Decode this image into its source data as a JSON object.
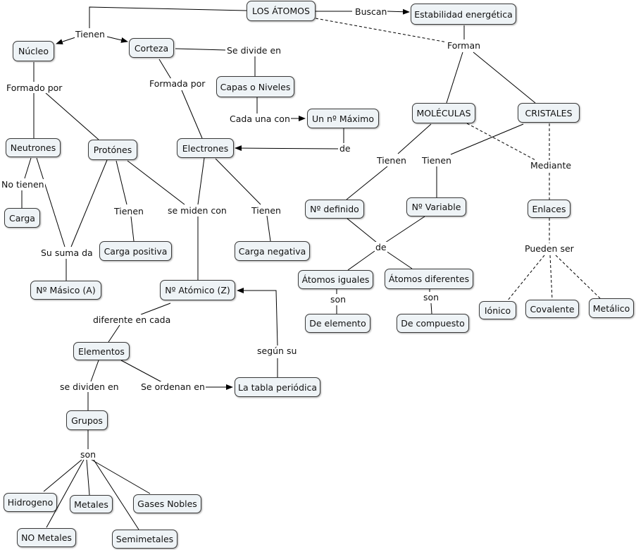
{
  "concepts": {
    "atomos": "LOS ÁTOMOS",
    "estabilidad": "Estabilidad energética",
    "nucleo": "Núcleo",
    "corteza": "Corteza",
    "capas": "Capas o Niveles",
    "maximo": "Un nº Máximo",
    "neutrones": "Neutrones",
    "protones": "Protónes",
    "electrones": "Electrones",
    "carga": "Carga",
    "carga_positiva": "Carga positiva",
    "carga_negativa": "Carga negativa",
    "masico": "Nº Másico (A)",
    "atomico": "Nº Atómico (Z)",
    "elementos": "Elementos",
    "tabla": "La tabla periódica",
    "grupos": "Grupos",
    "hidrogeno": "Hidrogeno",
    "metales": "Metales",
    "gases": "Gases Nobles",
    "no_metales": "NO Metales",
    "semimetales": "Semimetales",
    "moleculas": "MOLÉCULAS",
    "cristales": "CRISTALES",
    "definido": "Nº definido",
    "variable": "Nº Variable",
    "enlaces": "Enlaces",
    "iguales": "Átomos iguales",
    "diferentes": "Átomos diferentes",
    "de_elemento": "De elemento",
    "de_compuesto": "De compuesto",
    "ionico": "Iónico",
    "covalente": "Covalente",
    "metalico": "Metálico"
  },
  "links": {
    "buscan": "Buscan",
    "tienen_1": "Tienen",
    "forman": "Forman",
    "se_divide_en": "Se divide en",
    "formado_por": "Formado por",
    "formada_por": "Formada por",
    "cada_una_con": "Cada una con",
    "de_1": "de",
    "no_tienen": "No tienen",
    "tienen_2": "Tienen",
    "se_miden_con": "se miden con",
    "tienen_3": "Tienen",
    "su_suma_da": "Su suma da",
    "diferente_en_cada": "diferente en cada",
    "segun_su": "según su",
    "se_dividen_en": "se dividen en",
    "se_ordenan_en": "Se ordenan en",
    "son_1": "son",
    "tienen_4": "Tienen",
    "tienen_5": "Tienen",
    "mediante": "Mediante",
    "de_2": "de",
    "son_2": "son",
    "son_3": "son",
    "pueden_ser": "Pueden ser"
  },
  "colors": {
    "node_fill": "#eef3f6",
    "node_border": "#3a3a3a",
    "line": "#000000"
  }
}
